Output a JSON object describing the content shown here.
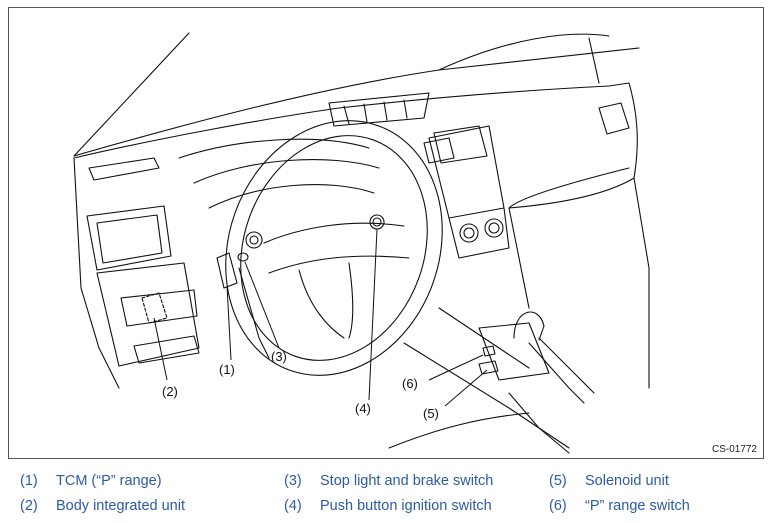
{
  "figure": {
    "ref_code": "CS-01772",
    "callouts": [
      "(1)",
      "(2)",
      "(3)",
      "(4)",
      "(5)",
      "(6)"
    ]
  },
  "legend": [
    {
      "num": "(1)",
      "label": "TCM (“P” range)"
    },
    {
      "num": "(2)",
      "label": "Body integrated unit"
    },
    {
      "num": "(3)",
      "label": "Stop light and brake switch"
    },
    {
      "num": "(4)",
      "label": "Push button ignition switch"
    },
    {
      "num": "(5)",
      "label": "Solenoid unit"
    },
    {
      "num": "(6)",
      "label": "“P” range switch"
    }
  ]
}
